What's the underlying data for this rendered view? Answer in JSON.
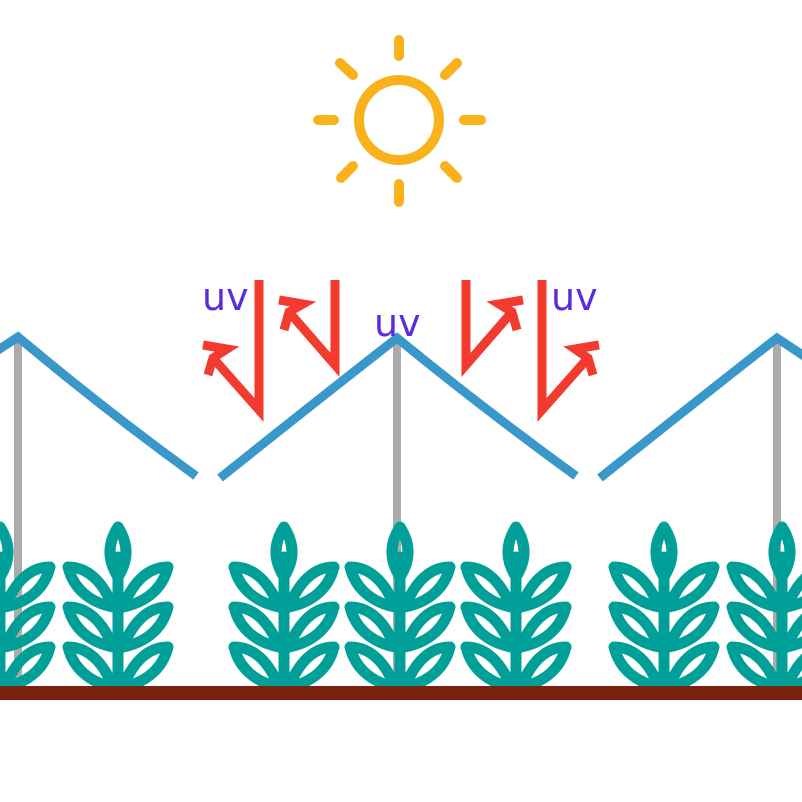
{
  "labels": {
    "uv_left": "uv",
    "uv_center": "uv",
    "uv_right": "uv"
  },
  "icons": {
    "sun": "sun-icon",
    "plant": "wheat-plant-icon",
    "arrow": "uv-ray-arrow"
  },
  "colors": {
    "sun": "#F9B21C",
    "uv_arrow": "#F23A2E",
    "uv_text": "#5B2CD9",
    "film": "#3A97C9",
    "post": "#ABABAB",
    "plant": "#00A098",
    "ground": "#7A2212"
  }
}
